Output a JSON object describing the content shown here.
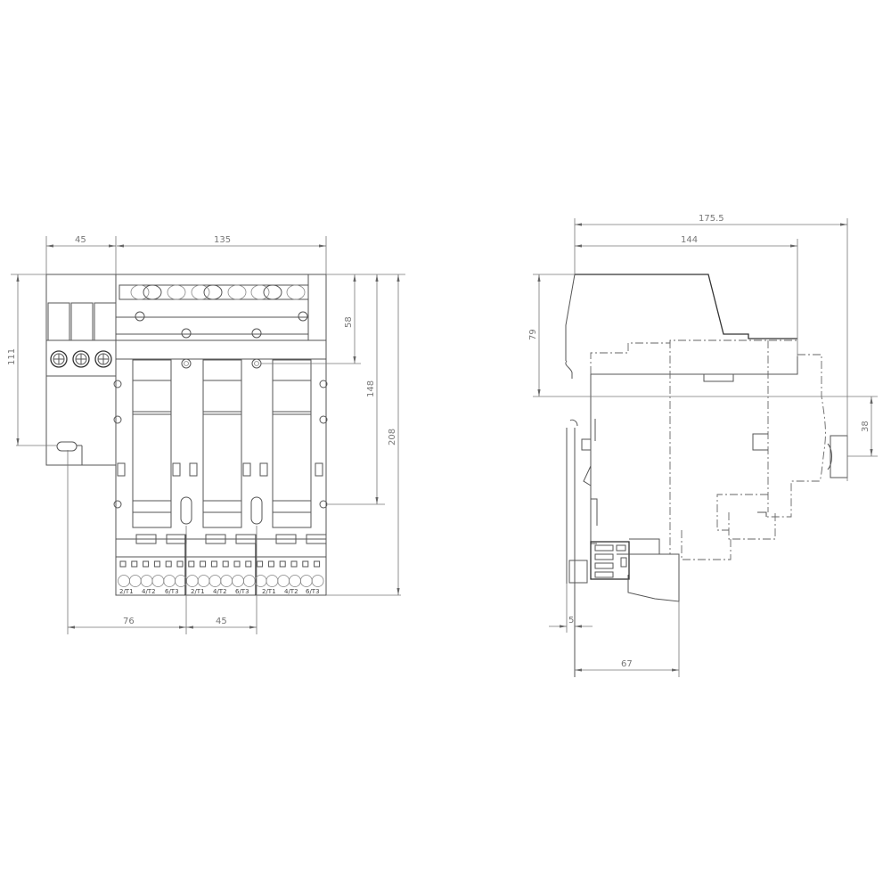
{
  "front_view": {
    "dimensions": {
      "width_left_module": "45",
      "width_main_module": "135",
      "height_left_module": "111",
      "height_top_section": "58",
      "height_mount_hole": "148",
      "height_total": "208",
      "offset_bottom_left": "76",
      "pitch_bottom": "45"
    },
    "terminal_labels": [
      "2/T1",
      "4/T2",
      "6/T3",
      "2/T1",
      "4/T2",
      "6/T3",
      "2/T1",
      "4/T2",
      "6/T3"
    ]
  },
  "side_view": {
    "dimensions": {
      "depth_total": "175.5",
      "depth_body": "144",
      "height_top": "79",
      "height_knob": "38",
      "offset_rail": "5",
      "depth_bottom": "67"
    }
  },
  "colors": {
    "line": "#555555",
    "dimension": "#777777",
    "background": "#ffffff"
  }
}
